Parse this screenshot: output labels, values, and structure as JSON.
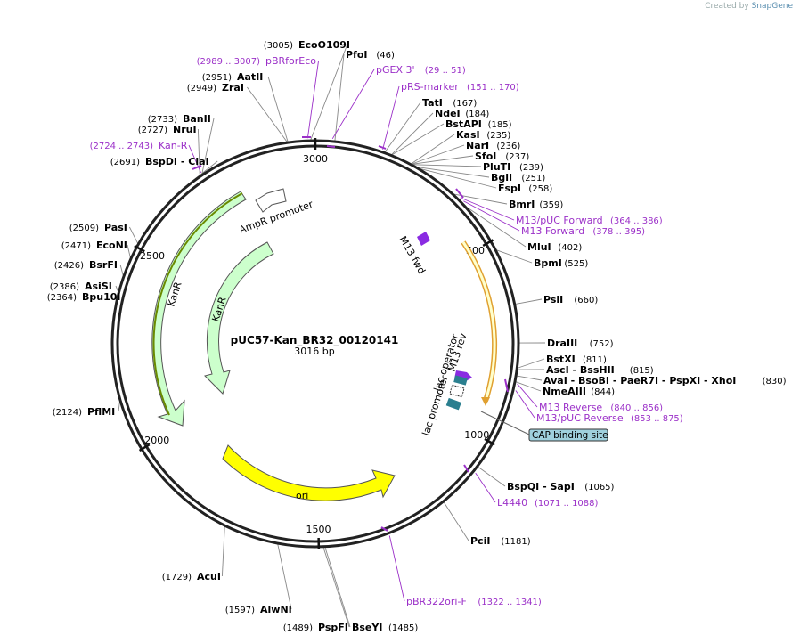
{
  "credit": {
    "prefix": "Created by",
    "brand": "SnapGene"
  },
  "plasmid": {
    "name": "pUC57-Kan_BR32_00120141",
    "length_label": "3016 bp",
    "length": 3016
  },
  "ticks": [
    {
      "pos": 0,
      "label": "3000"
    },
    {
      "pos": 500,
      "label": "500"
    },
    {
      "pos": 1000,
      "label": "1000"
    },
    {
      "pos": 1500,
      "label": "1500"
    },
    {
      "pos": 2000,
      "label": "2000"
    },
    {
      "pos": 2500,
      "label": "2500"
    }
  ],
  "sites": [
    {
      "name": "EcoO109I",
      "pos": "(3005)",
      "side": "left"
    },
    {
      "name": "PfoI",
      "pos": "(46)",
      "side": "right"
    },
    {
      "name": "AatII",
      "pos": "(2951)",
      "side": "left"
    },
    {
      "name": "ZraI",
      "pos": "(2949)",
      "side": "left"
    },
    {
      "name": "TatI",
      "pos": "(167)",
      "side": "right"
    },
    {
      "name": "NdeI",
      "pos": "(184)",
      "side": "right"
    },
    {
      "name": "BstAPI",
      "pos": "(185)",
      "side": "right"
    },
    {
      "name": "KasI",
      "pos": "(235)",
      "side": "right"
    },
    {
      "name": "NarI",
      "pos": "(236)",
      "side": "right"
    },
    {
      "name": "SfoI",
      "pos": "(237)",
      "side": "right"
    },
    {
      "name": "PluTI",
      "pos": "(239)",
      "side": "right"
    },
    {
      "name": "BglI",
      "pos": "(251)",
      "side": "right"
    },
    {
      "name": "FspI",
      "pos": "(258)",
      "side": "right"
    },
    {
      "name": "BmrI",
      "pos": "(359)",
      "side": "right"
    },
    {
      "name": "BanII",
      "pos": "(2733)",
      "side": "left"
    },
    {
      "name": "NruI",
      "pos": "(2727)",
      "side": "left"
    },
    {
      "name": "BspDI - ClaI",
      "pos": "(2691)",
      "side": "left"
    },
    {
      "name": "MluI",
      "pos": "(402)",
      "side": "right"
    },
    {
      "name": "BpmI",
      "pos": "(525)",
      "side": "right"
    },
    {
      "name": "PasI",
      "pos": "(2509)",
      "side": "left"
    },
    {
      "name": "EcoNI",
      "pos": "(2471)",
      "side": "left"
    },
    {
      "name": "BsrFI",
      "pos": "(2426)",
      "side": "left"
    },
    {
      "name": "AsiSI",
      "pos": "(2386)",
      "side": "left"
    },
    {
      "name": "Bpu10I",
      "pos": "(2364)",
      "side": "left"
    },
    {
      "name": "PsiI",
      "pos": "(660)",
      "side": "right"
    },
    {
      "name": "DraIII",
      "pos": "(752)",
      "side": "right"
    },
    {
      "name": "BstXI",
      "pos": "(811)",
      "side": "right"
    },
    {
      "name": "AscI - BssHII",
      "pos": "(815)",
      "side": "right"
    },
    {
      "name": "AvaI - BsoBI - PaeR7I - PspXI - XhoI",
      "pos": "(830)",
      "side": "right"
    },
    {
      "name": "NmeAIII",
      "pos": "(844)",
      "side": "right"
    },
    {
      "name": "PflMI",
      "pos": "(2124)",
      "side": "left"
    },
    {
      "name": "BspQI - SapI",
      "pos": "(1065)",
      "side": "right"
    },
    {
      "name": "PciI",
      "pos": "(1181)",
      "side": "right"
    },
    {
      "name": "AcuI",
      "pos": "(1729)",
      "side": "left"
    },
    {
      "name": "AlwNI",
      "pos": "(1597)",
      "side": "left"
    },
    {
      "name": "PspFI",
      "pos": "(1489)",
      "side": "left"
    },
    {
      "name": "BseYI",
      "pos": "(1485)",
      "side": "right"
    }
  ],
  "primers": [
    {
      "name": "pBRforEco",
      "pos": "(2989 .. 3007)",
      "side": "left"
    },
    {
      "name": "pGEX 3'",
      "pos": "(29 .. 51)",
      "side": "right"
    },
    {
      "name": "pRS-marker",
      "pos": "(151 .. 170)",
      "side": "right"
    },
    {
      "name": "Kan-R",
      "pos": "(2724 .. 2743)",
      "side": "left"
    },
    {
      "name": "M13/pUC Forward",
      "pos": "(364 .. 386)",
      "side": "right"
    },
    {
      "name": "M13 Forward",
      "pos": "(378 .. 395)",
      "side": "right"
    },
    {
      "name": "M13 Reverse",
      "pos": "(840 .. 856)",
      "side": "right"
    },
    {
      "name": "M13/pUC Reverse",
      "pos": "(853 .. 875)",
      "side": "right"
    },
    {
      "name": "L4440",
      "pos": "(1071 .. 1088)",
      "side": "right"
    },
    {
      "name": "pBR322ori-F",
      "pos": "(1322 .. 1341)",
      "side": "right"
    }
  ],
  "features": {
    "ampr_promoter": "AmpR promoter",
    "kanr_outer": "KanR",
    "kanr_inner": "KanR",
    "ori": "ori",
    "m13_fwd": "M13 fwd",
    "m13_rev": "M13 rev",
    "lac_operator": "lac operator",
    "lac_promoter": "lac promoter",
    "cap_site": "CAP binding site"
  },
  "colors": {
    "primer": "#9b30c8",
    "kanr_fill": "#ccffcc",
    "kanr_highlight": "#6a8a00",
    "ori_fill": "#ffff00",
    "orf_highlight": "#e0a030",
    "m13": "#8a2be2",
    "lac": "#2a7f8f",
    "cap_box": "#9fd0dd"
  }
}
